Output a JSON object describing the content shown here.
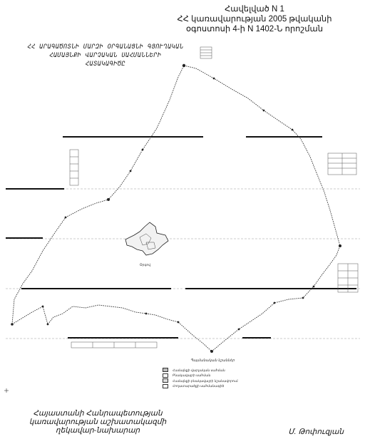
{
  "header": {
    "line1": "Հավելված N 1",
    "line2": "ՀՀ կառավարության 2005 թվականի",
    "line3": "օգոստոսի 4-ի N 1402-Ն որոշման"
  },
  "map_title": {
    "line1": "ՀՀ ԱՐԱԳԱԾՈՏՆԻ ՄԱՐԶԻ ՕՐԳԱՆԱՑՆԻ ԳՅՈՒՂԱԿԱՆ",
    "line2": "ՀԱՄԱՅՆՔԻ ՎԱՐՉԱԿԱՆ ՍԱՀՄԱՆՆԵՐԻ",
    "line3": "ՀԱՏԱԿԱԳԻԾԸ"
  },
  "legend": {
    "title": "Պայմանական նշաններ",
    "items": [
      {
        "swatch": "#bbbbbb",
        "label": "Համայնքի վարչական սահման"
      },
      {
        "swatch": "#ffffff",
        "label": "Բնակավայրի սահման"
      },
      {
        "swatch": "#dddddd",
        "label": "Համայնքի բնակավայրի նշանավորում"
      },
      {
        "swatch": "#ffffff",
        "label": "Հողատարածքի սահմանագիծ"
      }
    ]
  },
  "city_label": "Օրգով",
  "footer": {
    "left_line1": "Հայաստանի Հանրապետության",
    "left_line2": "կառավարության աշխատակազմի",
    "left_line3": "ղեկավար-նախարար",
    "right": "Մ. Թոփուզյան"
  },
  "colors": {
    "ink": "#111111",
    "line": "#333333",
    "faint": "#888888"
  }
}
